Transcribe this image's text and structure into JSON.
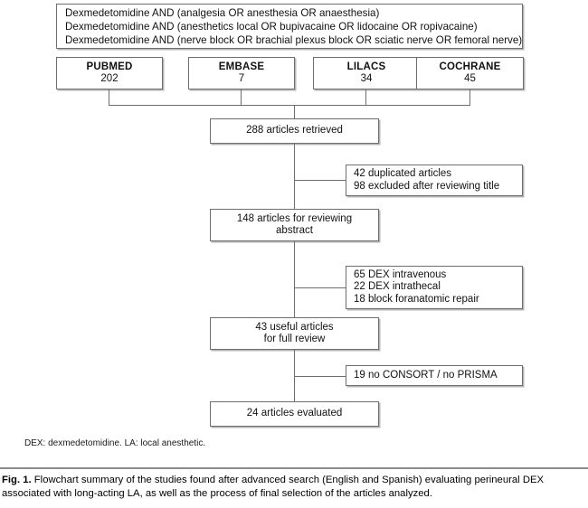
{
  "figure": {
    "query_box": {
      "lines": [
        "Dexmedetomidine AND (analgesia OR anesthesia OR anaesthesia)",
        "Dexmedetomidine AND (anesthetics local OR bupivacaine OR lidocaine OR ropivacaine)",
        "Dexmedetomidine AND (nerve block OR brachial plexus block OR sciatic nerve OR femoral nerve)"
      ]
    },
    "databases": [
      {
        "name": "PUBMED",
        "count": "202"
      },
      {
        "name": "EMBASE",
        "count": "7"
      },
      {
        "name": "LILACS",
        "count": "34"
      },
      {
        "name": "COCHRANE",
        "count": "45"
      }
    ],
    "flow": [
      {
        "id": "retrieved",
        "lines": [
          "288 articles retrieved"
        ]
      },
      {
        "id": "abstract",
        "lines": [
          "148 articles for reviewing",
          "abstract"
        ]
      },
      {
        "id": "useful",
        "lines": [
          "43 useful articles",
          "for full review"
        ]
      },
      {
        "id": "evaluated",
        "lines": [
          "24 articles evaluated"
        ]
      }
    ],
    "exclusions": [
      {
        "id": "excl-1",
        "lines": [
          "42 duplicated articles",
          "98 excluded after reviewing title"
        ]
      },
      {
        "id": "excl-2",
        "lines": [
          "65 DEX intravenous",
          "22 DEX intrathecal",
          "18 block foranatomic repair"
        ]
      },
      {
        "id": "excl-3",
        "lines": [
          "19 no CONSORT / no PRISMA"
        ]
      }
    ],
    "footnote": "DEX: dexmedetomidine. LA: local anesthetic.",
    "caption": {
      "label": "Fig. 1.",
      "text": "Flowchart summary of the studies found after advanced search (English and Spanish) evaluating perineural DEX associated with long-acting LA, as well as the process of final selection of the articles analyzed."
    },
    "colors": {
      "border": "#6e6e6e",
      "shadow": "#b4b4b4",
      "text": "#000000",
      "background": "#ffffff"
    }
  }
}
